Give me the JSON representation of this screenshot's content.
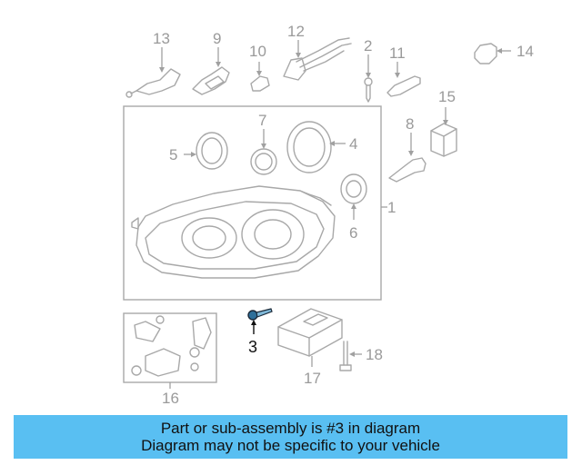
{
  "diagram": {
    "labels": {
      "p1": "1",
      "p2": "2",
      "p3": "3",
      "p4": "4",
      "p5": "5",
      "p6": "6",
      "p7": "7",
      "p8": "8",
      "p9": "9",
      "p10": "10",
      "p11": "11",
      "p12": "12",
      "p13": "13",
      "p14": "14",
      "p15": "15",
      "p16": "16",
      "p17": "17",
      "p18": "18"
    },
    "highlighted_part": "3",
    "colors": {
      "line": "#a8a8a8",
      "highlight_part": "#2e6f9a",
      "banner": "#59bff2"
    }
  },
  "banner": {
    "line1": "Part or sub-assembly is #3 in diagram",
    "line2": "Diagram may not be specific to your vehicle"
  }
}
